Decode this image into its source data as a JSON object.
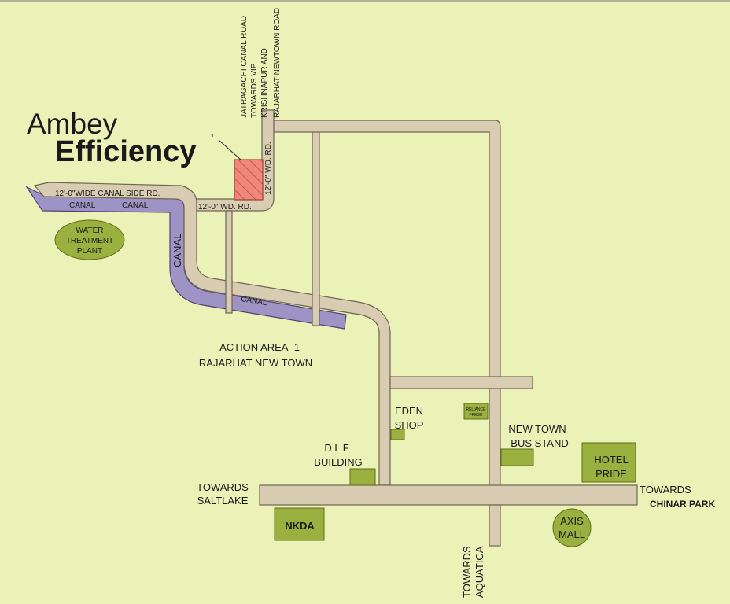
{
  "brand": {
    "line1": "Ambey",
    "line2": "Efficiency",
    "color": "#6aab4a"
  },
  "colors": {
    "background": "#eaf2b8",
    "road": "#d8cdb2",
    "canal": "#9d93c4",
    "landmark": "#9bb03e",
    "site": "#f0877a"
  },
  "roads": {
    "canal_side": "12'-0\"WIDE  CANAL  SIDE  RD.",
    "road_h": "12'-0\"  WD.  RD.",
    "road_v": "12'-0\"  WD.  RD.",
    "north_1": "JATRAGACHI CANAL ROAD",
    "north_2": "TOWARDS VIP",
    "north_3": "KRISHNAPUR AND",
    "north_4": "RAJARHAT NEWTOWN ROAD"
  },
  "canal_labels": {
    "c1": "CANAL",
    "c2": "CANAL",
    "c3": "CANAL",
    "c4": "CANAL"
  },
  "site_marker": "'",
  "places": {
    "water_1": "WATER",
    "water_2": "TREATMENT",
    "water_3": "PLANT",
    "action_1": "ACTION AREA -1",
    "action_2": "RAJARHAT NEW TOWN",
    "eden_1": "EDEN",
    "eden_2": "SHOP",
    "reliance_1": "RELIANCE",
    "reliance_2": "FRESH",
    "dlf_1": "D L F",
    "dlf_2": "BUILDING",
    "bus_1": "NEW TOWN",
    "bus_2": "BUS STAND",
    "hotel_1": "HOTEL",
    "hotel_2": "PRIDE",
    "saltlake_1": "TOWARDS",
    "saltlake_2": "SALTLAKE",
    "chinar_1": "TOWARDS",
    "chinar_2": "CHINAR PARK",
    "nkda": "NKDA",
    "axis_1": "AXIS",
    "axis_2": "MALL",
    "aquatica_1": "TOWARDS",
    "aquatica_2": "AQUATICA"
  }
}
